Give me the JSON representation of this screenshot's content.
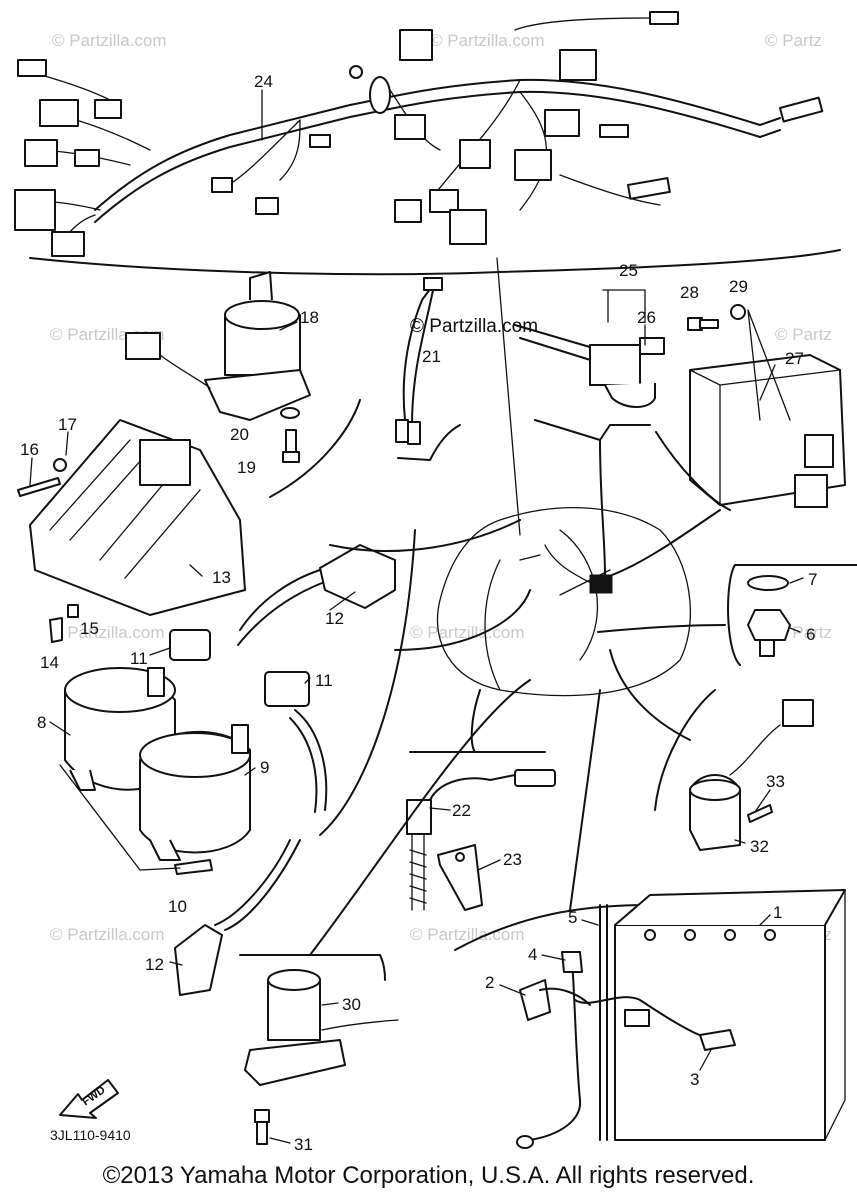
{
  "watermark": "© Partzilla.com",
  "watermark_short": "© Partz",
  "diagram_code": "3JL110-9410",
  "fwd_label": "FWD",
  "copyright": "©2013  Yamaha Motor Corporation, U.S.A. All rights reserved.",
  "callouts": {
    "c1": "1",
    "c2": "2",
    "c3": "3",
    "c4": "4",
    "c5": "5",
    "c6": "6",
    "c7": "7",
    "c8": "8",
    "c9": "9",
    "c10": "10",
    "c11a": "11",
    "c11b": "11",
    "c12a": "12",
    "c12b": "12",
    "c13": "13",
    "c14": "14",
    "c15": "15",
    "c16": "16",
    "c17": "17",
    "c18": "18",
    "c19": "19",
    "c20": "20",
    "c21": "21",
    "c22": "22",
    "c23": "23",
    "c24": "24",
    "c25": "25",
    "c26": "26",
    "c27": "27",
    "c28": "28",
    "c29": "29",
    "c30": "30",
    "c31": "31",
    "c32": "32",
    "c33": "33"
  }
}
